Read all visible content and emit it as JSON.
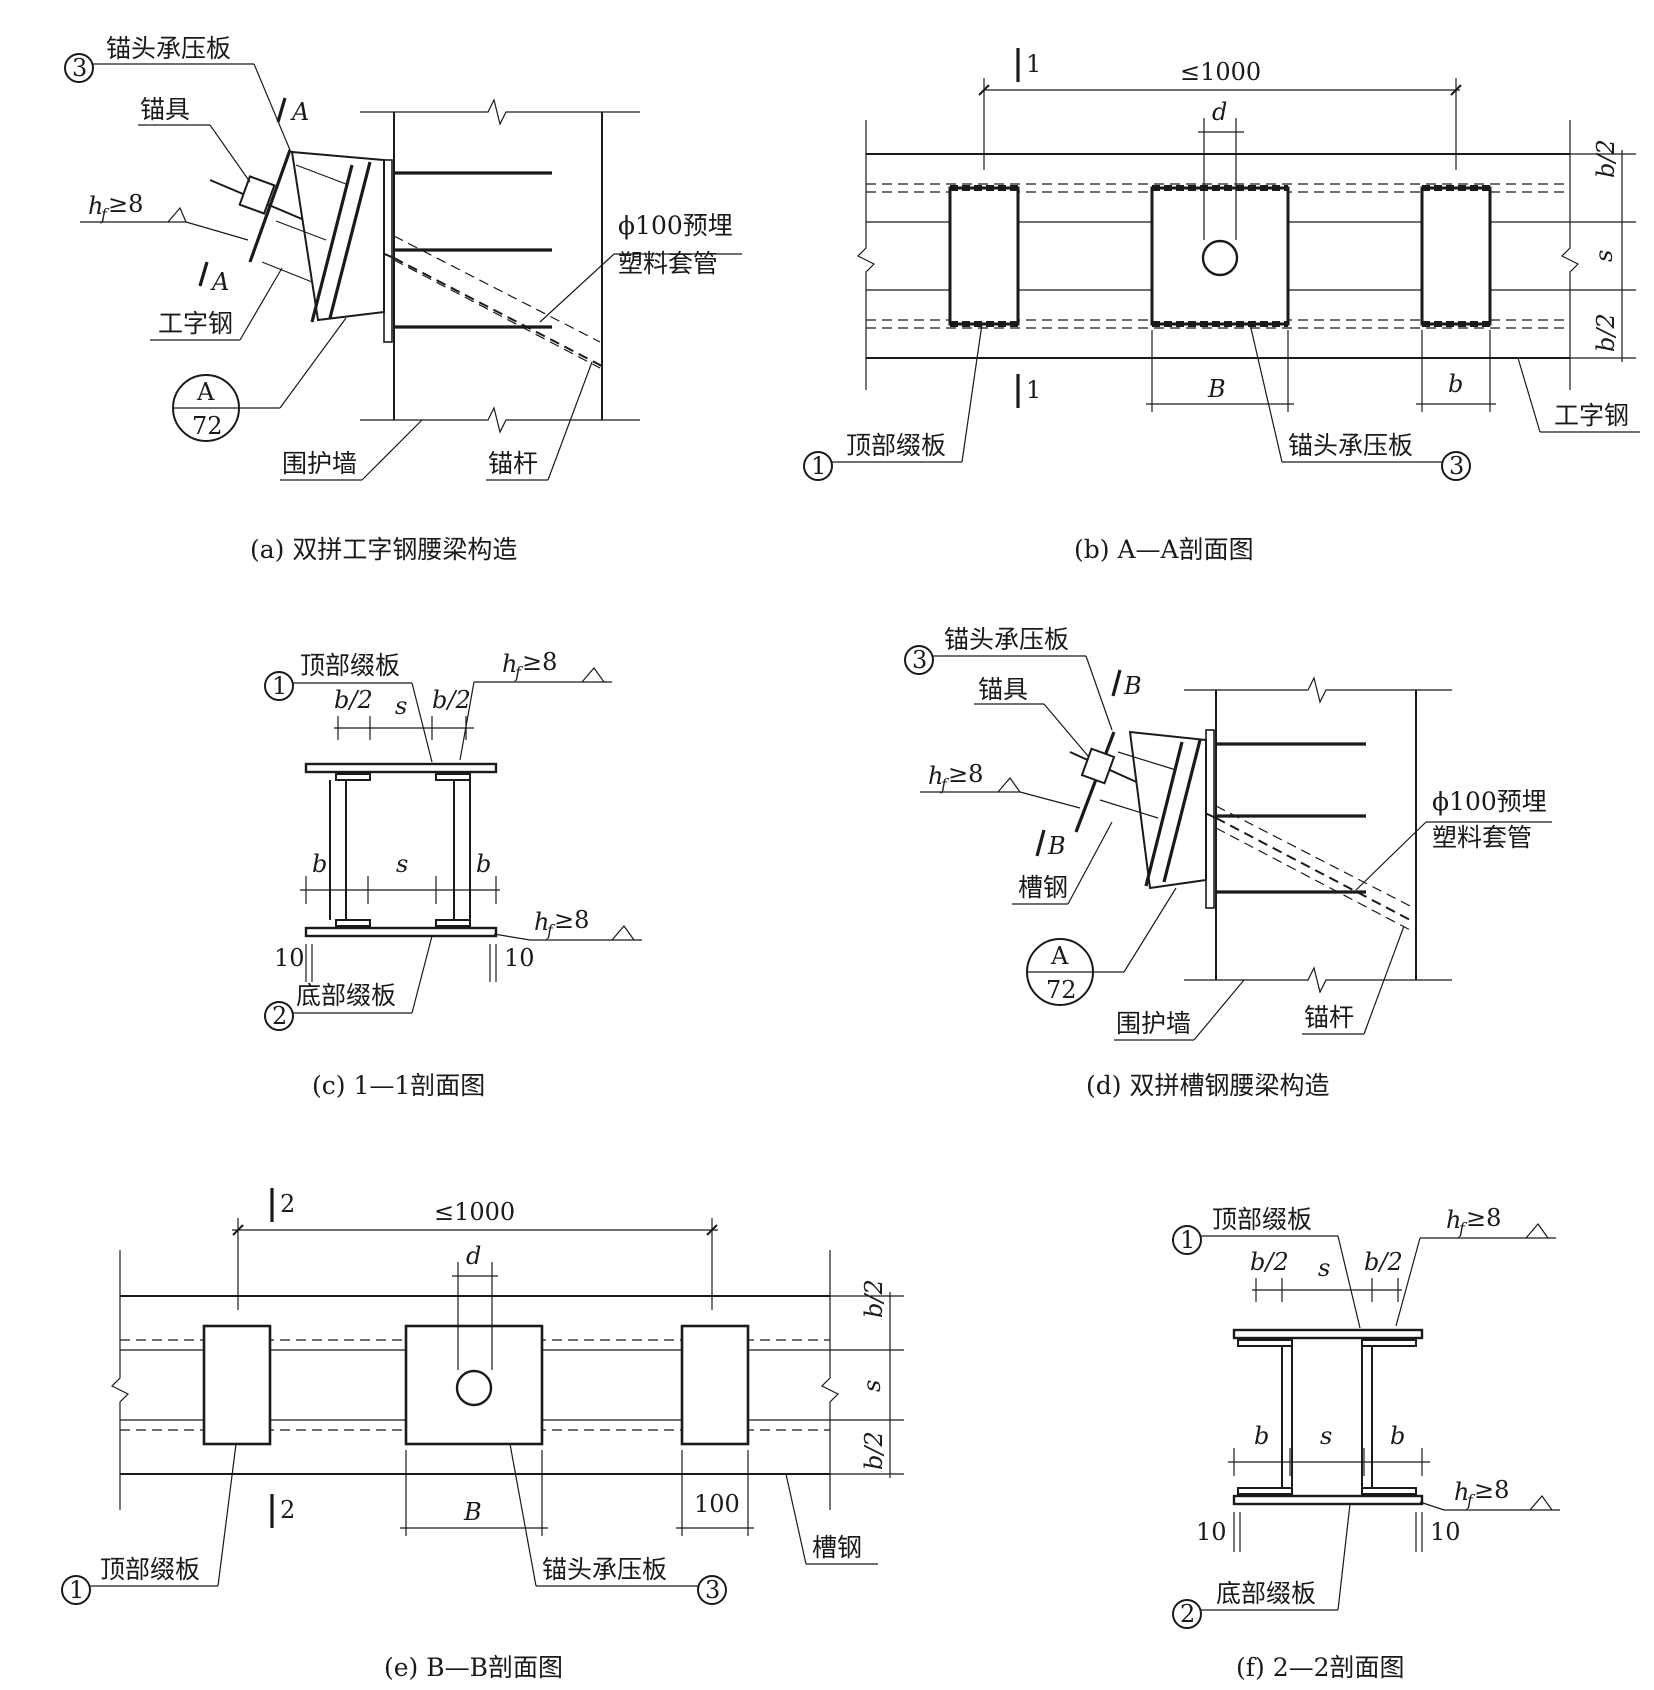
{
  "panel_a": {
    "caption": "(a)  双拼工字钢腰梁构造",
    "callout_3": "3",
    "label_bearing_plate": "锚头承压板",
    "label_anchorage": "锚具",
    "label_weld": "h",
    "label_weld_sub": "f",
    "label_weld_val": "≥8",
    "section_mark": "A",
    "label_beam": "工字钢",
    "detail_top": "A",
    "detail_bottom": "72",
    "label_wall": "围护墙",
    "label_sleeve_1": "ϕ100预埋",
    "label_sleeve_2": "塑料套管",
    "label_rod": "锚杆"
  },
  "panel_b": {
    "caption": "(b)  A—A剖面图",
    "section_mark": "1",
    "dim_spacing": "≤1000",
    "dim_d": "d",
    "dim_B": "B",
    "dim_b": "b",
    "dim_half_b": "b/2",
    "dim_s": "s",
    "callout_1": "1",
    "label_top_plate": "顶部缀板",
    "label_bearing_plate": "锚头承压板",
    "callout_3": "3",
    "label_beam": "工字钢"
  },
  "panel_c": {
    "caption": "(c)  1—1剖面图",
    "callout_1": "1",
    "label_top_plate": "顶部缀板",
    "dim_half_b": "b/2",
    "dim_s": "s",
    "dim_b": "b",
    "weld_h": "h",
    "weld_sub": "f",
    "weld_val": "≥8",
    "dim_10": "10",
    "callout_2": "2",
    "label_bottom_plate": "底部缀板"
  },
  "panel_d": {
    "caption": "(d)  双拼槽钢腰梁构造",
    "callout_3": "3",
    "label_bearing_plate": "锚头承压板",
    "label_anchorage": "锚具",
    "label_weld": "h",
    "label_weld_sub": "f",
    "label_weld_val": "≥8",
    "section_mark": "B",
    "label_beam": "槽钢",
    "detail_top": "A",
    "detail_bottom": "72",
    "label_wall": "围护墙",
    "label_sleeve_1": "ϕ100预埋",
    "label_sleeve_2": "塑料套管",
    "label_rod": "锚杆"
  },
  "panel_e": {
    "caption": "(e)  B—B剖面图",
    "section_mark": "2",
    "dim_spacing": "≤1000",
    "dim_d": "d",
    "dim_B": "B",
    "dim_100": "100",
    "dim_half_b": "b/2",
    "dim_s": "s",
    "callout_1": "1",
    "label_top_plate": "顶部缀板",
    "label_bearing_plate": "锚头承压板",
    "callout_3": "3",
    "label_beam": "槽钢"
  },
  "panel_f": {
    "caption": "(f)  2—2剖面图",
    "callout_1": "1",
    "label_top_plate": "顶部缀板",
    "dim_half_b": "b/2",
    "dim_s": "s",
    "dim_b": "b",
    "weld_h": "h",
    "weld_sub": "f",
    "weld_val": "≥8",
    "dim_10": "10",
    "callout_2": "2",
    "label_bottom_plate": "底部缀板"
  }
}
